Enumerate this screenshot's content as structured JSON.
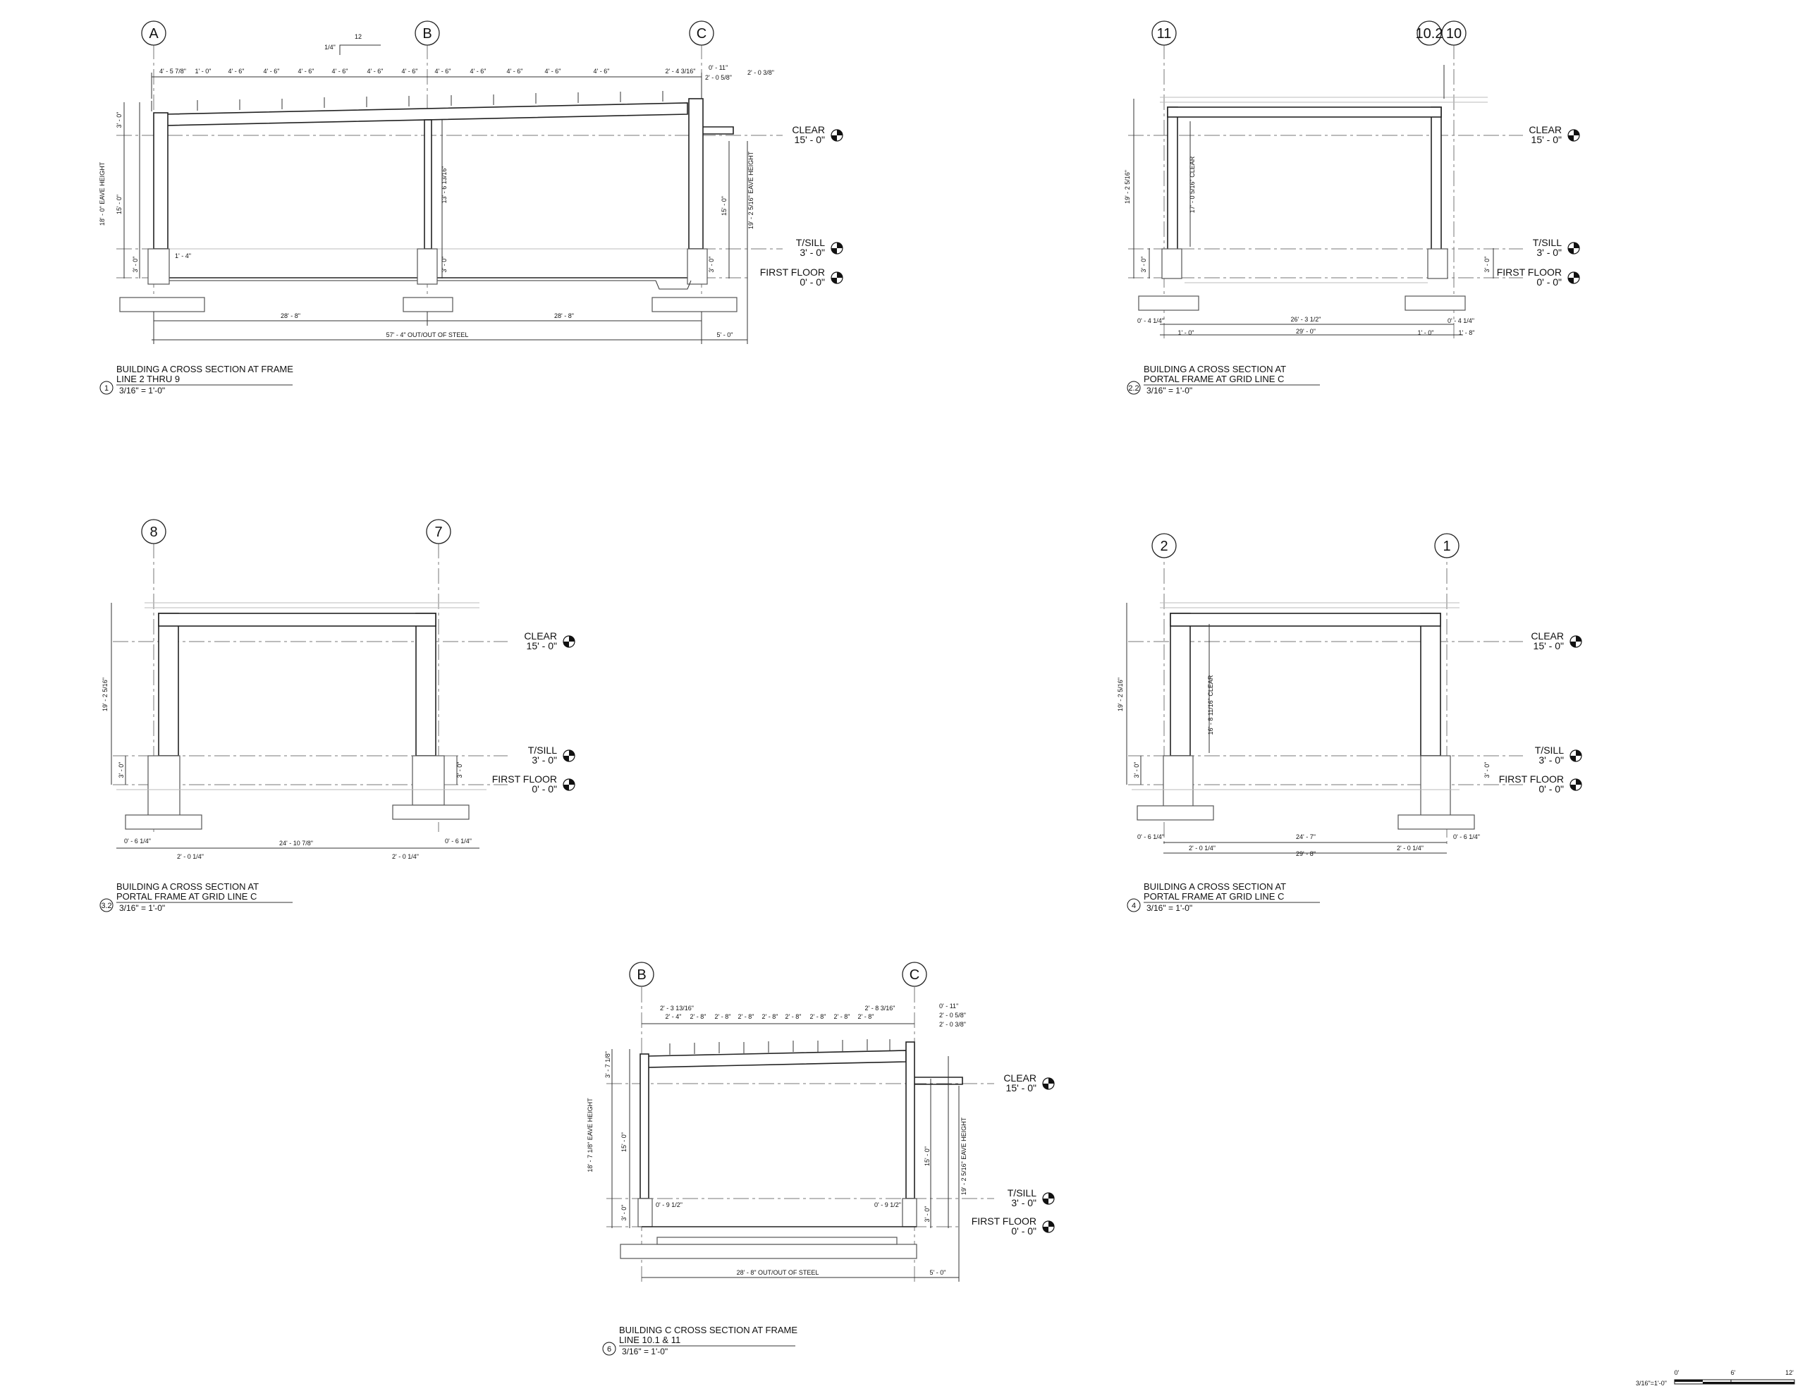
{
  "sheet": {
    "scale_bar": {
      "label": "3/16\"=1'-0\"",
      "ticks": [
        "0'",
        "6'",
        "12'"
      ]
    }
  },
  "views": {
    "v1": {
      "number": "1",
      "title_line1": "BUILDING A CROSS SECTION AT FRAME",
      "title_line2": "LINE 2 THRU 9",
      "scale": "3/16\" = 1'-0\"",
      "grids": [
        "A",
        "B",
        "C"
      ],
      "roof_slope": [
        "1/4\"",
        "12"
      ],
      "top_dims": [
        "4' - 5 7/8\"",
        "1' - 0\"",
        "4' - 6\"",
        "4' - 6\"",
        "4' - 6\"",
        "4' - 6\"",
        "4' - 6\"",
        "4' - 6\"",
        "4' - 6\"",
        "4' - 6\"",
        "4' - 6\"",
        "4' - 6\"",
        "4' - 6\"",
        "2' - 4 3/16\""
      ],
      "right_dims": [
        "0' - 11\"",
        "2' - 0 5/8\"",
        "2' - 0 3/8\""
      ],
      "left_vert": [
        "18' - 0\" EAVE HEIGHT",
        "3' - 0\"",
        "15' - 0\"",
        "3' - 0\""
      ],
      "inner_vert": "13' - 6 13/16\"",
      "inner_small": "3' - 0\"",
      "right_vert": [
        "15' - 0\"",
        "3' - 0\"",
        "19' - 2 5/16\" EAVE HEIGHT"
      ],
      "base_note": "1' - 4\"",
      "bottom_dims": [
        "28' - 8\"",
        "28' - 8\"",
        "57' - 4\" OUT/OUT OF STEEL",
        "5' - 0\""
      ]
    },
    "v22": {
      "number": "2.2",
      "title_line1": "BUILDING A CROSS SECTION AT",
      "title_line2": "PORTAL FRAME AT GRID LINE C",
      "scale": "3/16\" = 1'-0\"",
      "grids": [
        "11",
        "10.2",
        "10"
      ],
      "left_vert": [
        "19' - 2 5/16\"",
        "3' - 0\""
      ],
      "clear_vert": "17' - 0 5/16\" CLEAR",
      "right_vert": "3' - 0\"",
      "bottom_dims": [
        "0' - 4 1/4\"",
        "26' - 3 1/2\"",
        "0' - 4 1/4\"",
        "1' - 0\"",
        "29' - 0\"",
        "1' - 0\"",
        "1' - 8\""
      ]
    },
    "v32": {
      "number": "3.2",
      "title_line1": "BUILDING A CROSS SECTION AT",
      "title_line2": "PORTAL FRAME AT GRID LINE C",
      "scale": "3/16\" = 1'-0\"",
      "grids": [
        "8",
        "7"
      ],
      "left_vert": [
        "19' - 2 5/16\"",
        "3' - 0\""
      ],
      "right_vert": "3' - 0\"",
      "bottom_dims": [
        "0' - 6 1/4\"",
        "24' - 10 7/8\"",
        "0' - 6 1/4\"",
        "2' - 0 1/4\"",
        "2' - 0 1/4\""
      ]
    },
    "v4": {
      "number": "4",
      "title_line1": "BUILDING A CROSS SECTION AT",
      "title_line2": "PORTAL FRAME AT GRID LINE C",
      "scale": "3/16\" = 1'-0\"",
      "grids": [
        "2",
        "1"
      ],
      "left_vert": [
        "19' - 2 5/16\"",
        "3' - 0\""
      ],
      "clear_vert": "16' - 8 11/16\" CLEAR",
      "right_vert": "3' - 0\"",
      "bottom_dims": [
        "0' - 6 1/4\"",
        "24' - 7\"",
        "0' - 6 1/4\"",
        "2' - 0 1/4\"",
        "29' - 8\"",
        "2' - 0 1/4\""
      ]
    },
    "v6": {
      "number": "6",
      "title_line1": "BUILDING C CROSS SECTION AT FRAME",
      "title_line2": "LINE 10.1 & 11",
      "scale": "3/16\" = 1'-0\"",
      "grids": [
        "B",
        "C"
      ],
      "top_dims": [
        "2' - 3 13/16\"",
        "2' - 4\"",
        "2' - 8\"",
        "2' - 8\"",
        "2' - 8\"",
        "2' - 8\"",
        "2' - 8\"",
        "2' - 8\"",
        "2' - 8\"",
        "2' - 8\"",
        "2' - 8 3/16\""
      ],
      "right_dims": [
        "0' - 11\"",
        "2' - 0 5/8\"",
        "2' - 0 3/8\""
      ],
      "left_vert": [
        "18' - 7 1/8\" EAVE HEIGHT",
        "3' - 7 1/8\"",
        "15' - 0\"",
        "3' - 0\""
      ],
      "right_vert": [
        "15' - 0\"",
        "3' - 0\"",
        "19' - 2 5/16\" EAVE HEIGHT"
      ],
      "base_notes": [
        "0' - 9 1/2\"",
        "0' - 9 1/2\""
      ],
      "bottom_dims": [
        "28' - 8\" OUT/OUT OF STEEL",
        "5' - 0\""
      ]
    }
  },
  "levels": {
    "clear": {
      "name": "CLEAR",
      "elev": "15' - 0\""
    },
    "sill": {
      "name": "T/SILL",
      "elev": "3' - 0\""
    },
    "floor": {
      "name": "FIRST FLOOR",
      "elev": "0' - 0\""
    }
  }
}
